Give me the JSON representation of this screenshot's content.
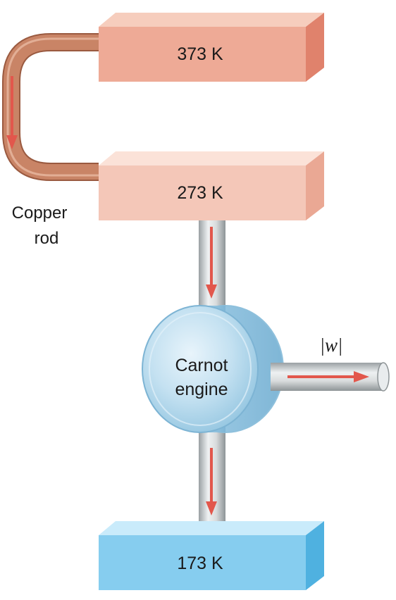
{
  "reservoirs": {
    "hot": {
      "label": "373 K",
      "front": "#eeaa96",
      "top": "#f6cdbd",
      "side": "#e0826c"
    },
    "mid": {
      "label": "273 K",
      "front": "#f4c7b8",
      "top": "#fbe2d8",
      "side": "#eaa894"
    },
    "cold": {
      "label": "173 K",
      "front": "#86cdef",
      "top": "#c9ebfb",
      "side": "#4fb1e0"
    }
  },
  "copper_rod": {
    "label_line1": "Copper",
    "label_line2": "rod",
    "color": "#c98466"
  },
  "engine": {
    "label_line1": "Carnot",
    "label_line2": "engine",
    "color": "#b9dcef"
  },
  "work": {
    "label": "|w|"
  },
  "arrow_color": "#e2574c"
}
